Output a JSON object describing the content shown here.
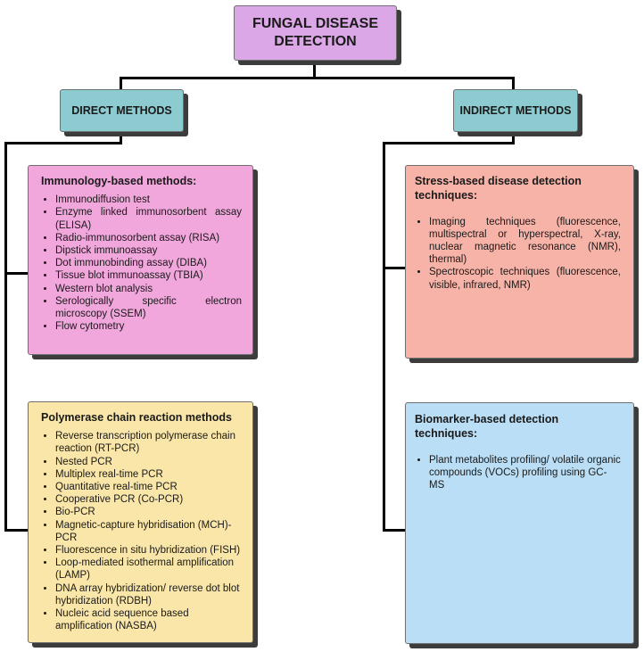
{
  "colors": {
    "root": "#dca7e6",
    "category": "#8ccbcf",
    "immunology": "#f1a6dc",
    "pcr": "#f9e6a8",
    "stress": "#f7b3a7",
    "biomarker": "#b9def5"
  },
  "root": {
    "title": "FUNGAL DISEASE DETECTION"
  },
  "direct": {
    "title": "DIRECT METHODS",
    "immunology": {
      "heading": "Immunology-based methods:",
      "items": [
        "Immunodiffusion test",
        "Enzyme linked immunosorbent assay (ELISA)",
        "Radio-immunosorbent assay (RISA)",
        "Dipstick immunoassay",
        "Dot immunobinding assay (DIBA)",
        "Tissue blot immunoassay (TBIA)",
        "Western blot analysis",
        "Serologically specific electron microscopy (SSEM)",
        "Flow cytometry"
      ]
    },
    "pcr": {
      "heading": "Polymerase chain reaction methods",
      "items": [
        "Reverse transcription polymerase chain reaction (RT-PCR)",
        "Nested PCR",
        "Multiplex real-time PCR",
        "Quantitative real-time PCR",
        "Cooperative PCR (Co-PCR)",
        "Bio-PCR",
        "Magnetic-capture hybridisation (MCH)-PCR",
        "Fluorescence in situ hybridization (FISH)",
        "Loop-mediated isothermal amplification (LAMP)",
        "DNA array hybridization/ reverse dot blot hybridization (RDBH)",
        "Nucleic acid sequence based amplification (NASBA)"
      ]
    }
  },
  "indirect": {
    "title": "INDIRECT METHODS",
    "stress": {
      "heading": "Stress-based disease detection techniques:",
      "items": [
        "Imaging techniques (fluorescence, multispectral or hyperspectral, X-ray, nuclear magnetic resonance (NMR), thermal)",
        "Spectroscopic techniques (fluorescence, visible, infrared, NMR)"
      ]
    },
    "biomarker": {
      "heading": "Biomarker-based detection techniques:",
      "items": [
        "Plant metabolites profiling/ volatile organic compounds (VOCs) profiling using GC-MS"
      ]
    }
  }
}
